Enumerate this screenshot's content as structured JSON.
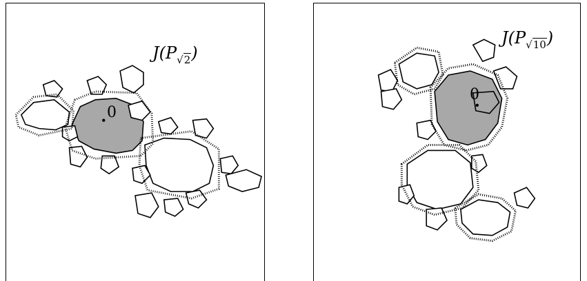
{
  "left_panel": {
    "label_prefix": "J(P",
    "label_root": "2",
    "label_suffix": ")",
    "origin_label": "0"
  },
  "right_panel": {
    "label_prefix": "J(P",
    "label_root": "10",
    "label_suffix": ")",
    "origin_label": "0"
  },
  "colors": {
    "filled_component": "#a8a8a8",
    "julia_boundary": "#000000",
    "background": "#ffffff"
  }
}
